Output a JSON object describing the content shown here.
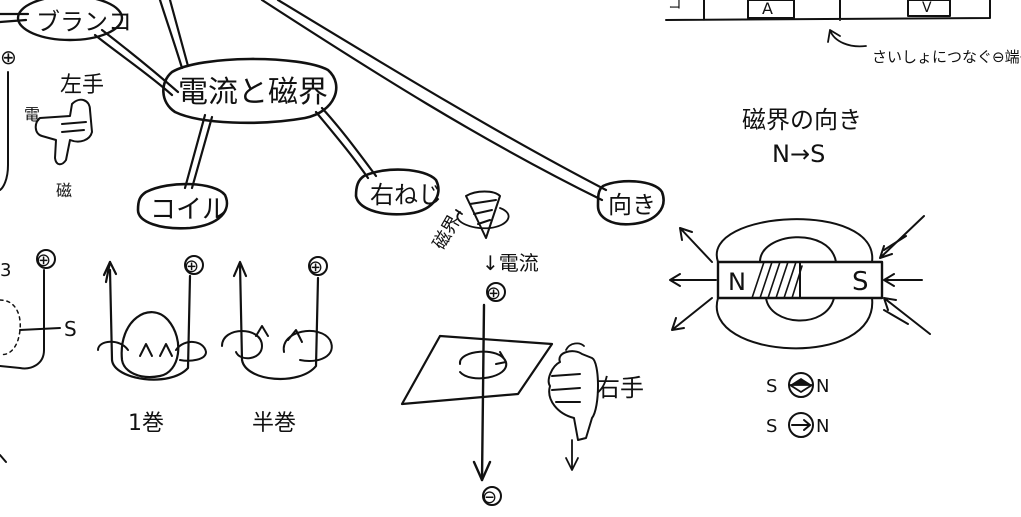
{
  "mindmap": {
    "center": "電流と磁界",
    "nodes": {
      "swing": "ブランコ",
      "coil": "コイル",
      "right_screw": "右ねじ",
      "direction": "向き"
    }
  },
  "left_panel": {
    "left_hand": "左手",
    "current_short": "電",
    "magnetic_short": "磁",
    "plus": "⊕",
    "s_pole": "S",
    "partial_label": "3"
  },
  "coil_panel": {
    "plus": "⊕",
    "one_turn": "1巻",
    "half_turn": "半巻"
  },
  "screw_panel": {
    "magnetic_field": "磁界",
    "current": "↓電流",
    "plus": "⊕",
    "minus": "⊖",
    "right_hand": "右手"
  },
  "magnet_panel": {
    "title": "磁界の向き",
    "rule": "N→S",
    "bar_n": "N",
    "bar_s": "S",
    "compass_row1_s": "S",
    "compass_row1_n": "N",
    "compass_row2_s": "S",
    "compass_row2_n": "N",
    "meter_note": "さいしょにつなぐ⊖端子",
    "meter_label": "A",
    "meter_label2": "V"
  }
}
